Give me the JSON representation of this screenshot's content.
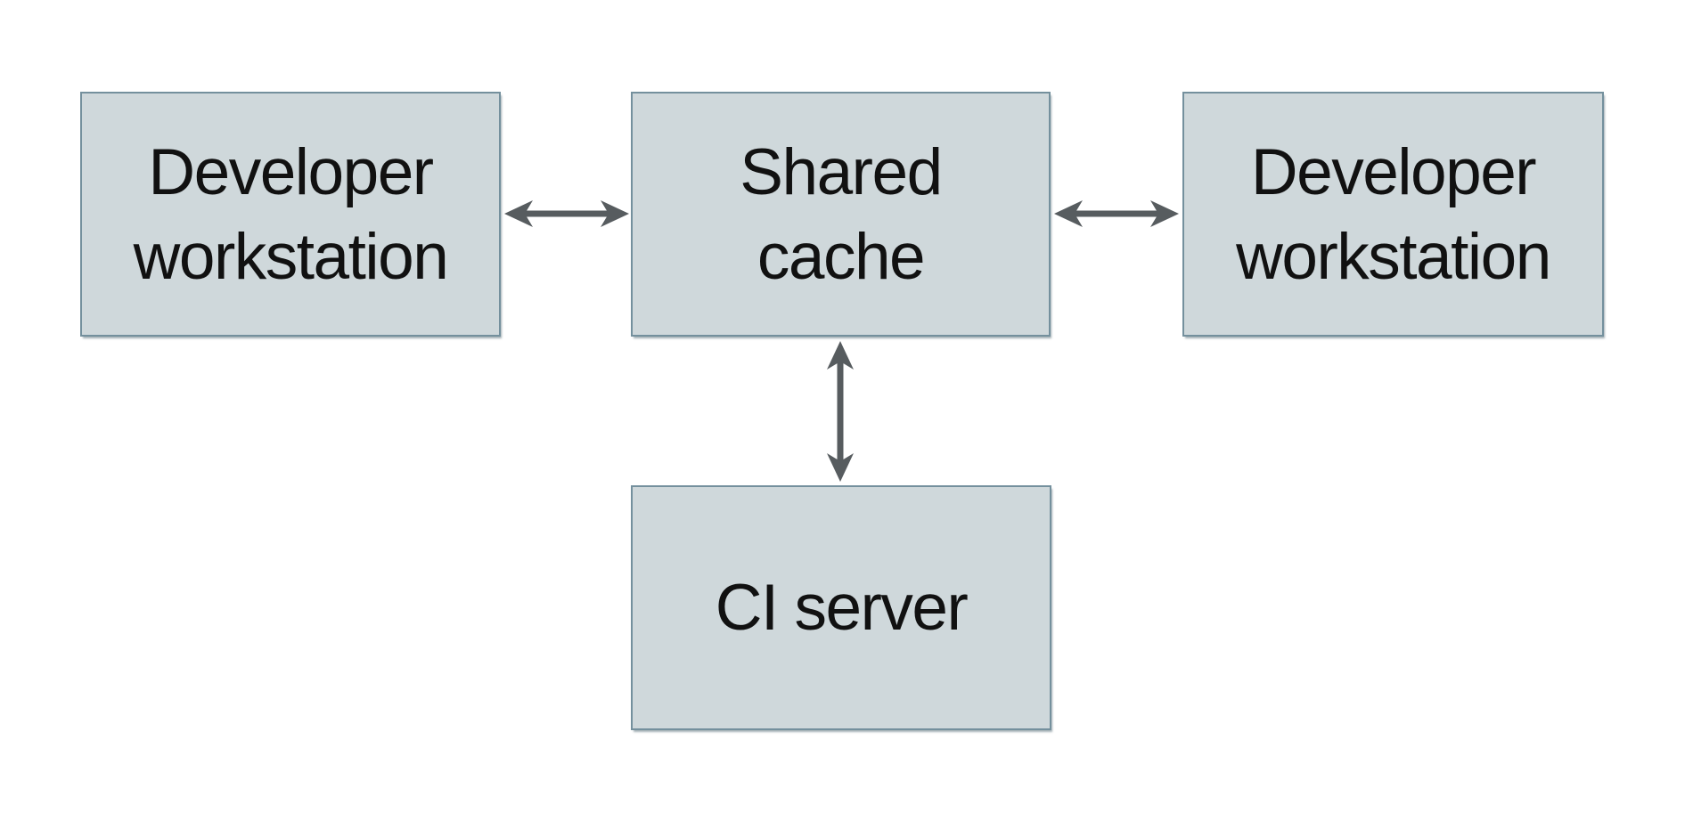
{
  "diagram": {
    "colors": {
      "background": "#ffffff",
      "node_fill": "#cfd8db",
      "node_border": "#74909d",
      "arrow": "#575c5f",
      "text": "#111111"
    },
    "nodes": {
      "dev_left": {
        "label": "Developer\nworkstation"
      },
      "shared_cache": {
        "label": "Shared\ncache"
      },
      "dev_right": {
        "label": "Developer\nworkstation"
      },
      "ci_server": {
        "label": "CI server"
      }
    },
    "edges": [
      {
        "from": "dev_left",
        "to": "shared_cache",
        "direction": "bidirectional"
      },
      {
        "from": "shared_cache",
        "to": "dev_right",
        "direction": "bidirectional"
      },
      {
        "from": "shared_cache",
        "to": "ci_server",
        "direction": "bidirectional"
      }
    ]
  }
}
